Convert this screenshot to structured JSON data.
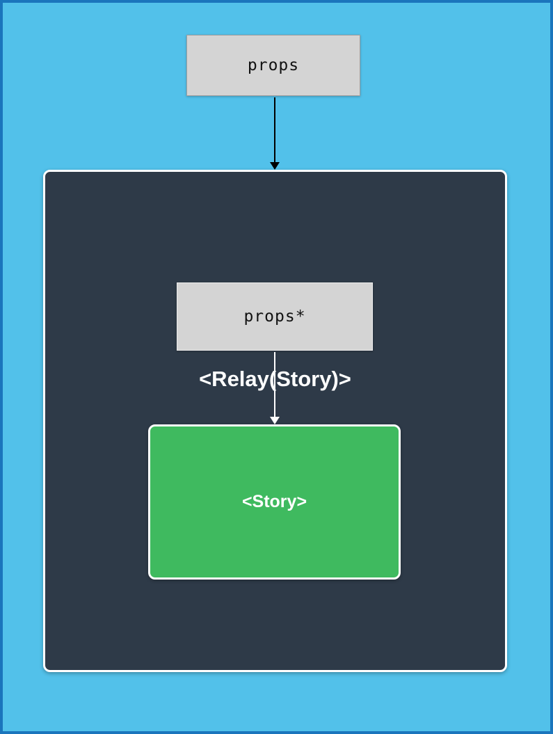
{
  "diagram": {
    "nodes": {
      "outer_props": {
        "label": "props"
      },
      "relay_container": {
        "title": "<Relay(Story)>"
      },
      "inner_props": {
        "label": "props*"
      },
      "story": {
        "label": "<Story>"
      }
    },
    "arrows": [
      {
        "name": "props-to-relay",
        "color": "#000000"
      },
      {
        "name": "props-to-story",
        "color": "#FFFFFF"
      }
    ]
  },
  "colors": {
    "canvas_bg": "#52C1EA",
    "frame_border": "#1B75BC",
    "box_gray": "#D4D4D4",
    "container_dark": "#2E3A48",
    "story_green": "#3FBA5F",
    "text_white": "#FFFFFF",
    "arrow_black": "#000000"
  }
}
